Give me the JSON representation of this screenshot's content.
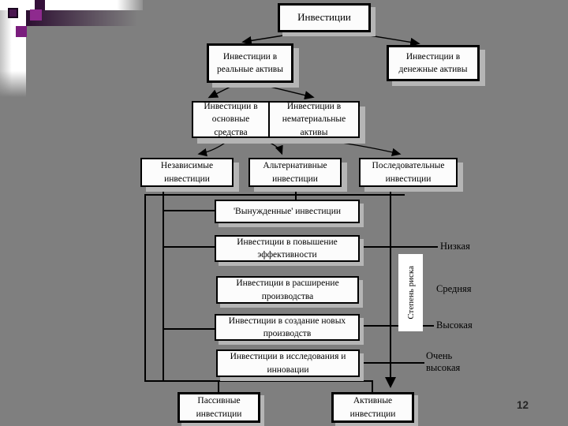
{
  "diagram": {
    "root": "Инвестиции",
    "level2": {
      "real": "Инвестиции в реальные активы",
      "monetary": "Инвестиции в денежные активы"
    },
    "level3": {
      "fixed": "Инвестиции в основные средства",
      "intangible": "Инвестиции в нематериальные активы"
    },
    "level4": {
      "independent": "Независимые инвестиции",
      "alternative": "Альтернативные инвестиции",
      "sequential": "Последовательные инвестиции"
    },
    "types": {
      "forced": "'Вынужденные' инвестиции",
      "efficiency": "Инвестиции в повышение эффективности",
      "expansion": "Инвестиции в расширение производства",
      "new_production": "Инвестиции в создание новых производств",
      "research": "Инвестиции в исследования и инновации"
    },
    "risk": {
      "axis_label": "Степень риска",
      "levels": [
        "Низкая",
        "Средняя",
        "Высокая",
        "Очень высокая"
      ]
    },
    "bottom": {
      "passive": "Пассивные инвестиции",
      "active": "Активные инвестиции"
    },
    "colors": {
      "background": "#7f7f7f",
      "box_fill": "#fcfcfc",
      "box_border": "#000000",
      "shadow": "#b5b5b5",
      "accent_purple": "#2c0e31"
    }
  },
  "page": {
    "number": "12"
  }
}
